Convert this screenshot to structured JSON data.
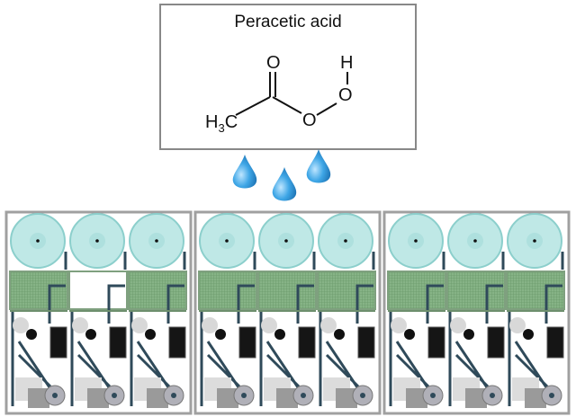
{
  "molecule": {
    "name": "Peracetic acid",
    "atoms": {
      "methyl": "H",
      "methyl_sub": "3",
      "methyl_c": "C",
      "carbonyl_o": "O",
      "ester_o": "O",
      "hydroxyl_o": "O",
      "hydroxyl_h": "H"
    }
  },
  "colors": {
    "disc": "#bfe8e6",
    "disc_edge": "#8ccfcc",
    "mesh": "#7aa97a",
    "drop": "#3aa0e0",
    "frame": "#999999",
    "pipe": "#2f4a5a"
  },
  "panels": [
    {
      "units": [
        {
          "mesh": true
        },
        {
          "mesh": false
        },
        {
          "mesh": true
        }
      ]
    },
    {
      "units": [
        {
          "mesh": true
        },
        {
          "mesh": true
        },
        {
          "mesh": true
        }
      ]
    },
    {
      "units": [
        {
          "mesh": true
        },
        {
          "mesh": true
        },
        {
          "mesh": true
        }
      ]
    }
  ]
}
